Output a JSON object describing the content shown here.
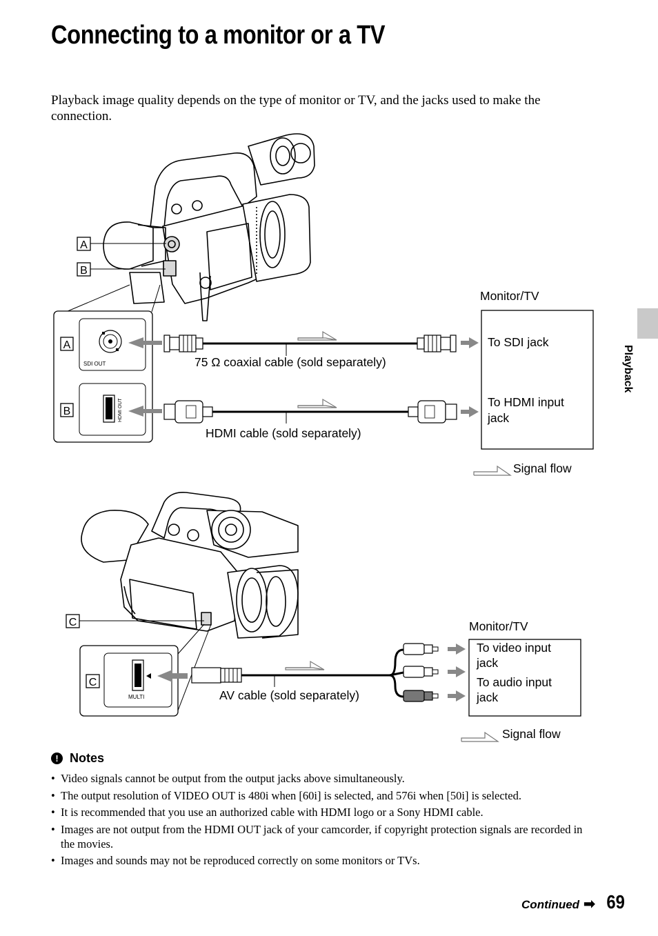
{
  "page": {
    "title": "Connecting to a monitor or a TV",
    "intro": "Playback image quality depends on the type of monitor or TV, and the jacks used to make the connection.",
    "side_label": "Playback",
    "continued": "Continued",
    "page_number": "69"
  },
  "diagram1": {
    "callout_a": "A",
    "callout_b": "B",
    "jack_a_label": "SDI OUT",
    "jack_b_label": "HDMI OUT",
    "monitor_label": "Monitor/TV",
    "to_sdi": "To SDI jack",
    "to_hdmi_line1": "To HDMI input",
    "to_hdmi_line2": "jack",
    "sdi_cable": "75 Ω coaxial cable (sold separately)",
    "hdmi_cable": "HDMI cable (sold separately)",
    "signal_flow": "Signal flow"
  },
  "diagram2": {
    "callout_c": "C",
    "jack_c_label": "MULTI",
    "monitor_label": "Monitor/TV",
    "to_video_line1": "To video input",
    "to_video_line2": "jack",
    "to_audio_line1": "To audio input",
    "to_audio_line2": "jack",
    "av_cable": "AV cable (sold separately)",
    "signal_flow": "Signal flow"
  },
  "notes": {
    "heading": "Notes",
    "items": [
      "Video signals cannot be output from the output jacks above simultaneously.",
      "The output resolution of VIDEO OUT is 480i when [60i] is selected, and 576i when [50i] is selected.",
      "It is recommended that you use an authorized cable with HDMI logo or a Sony HDMI cable.",
      "Images are not output from the HDMI OUT jack of your camcorder, if copyright protection signals are recorded in the movies.",
      "Images and sounds may not be reproduced correctly on some monitors or TVs."
    ]
  }
}
